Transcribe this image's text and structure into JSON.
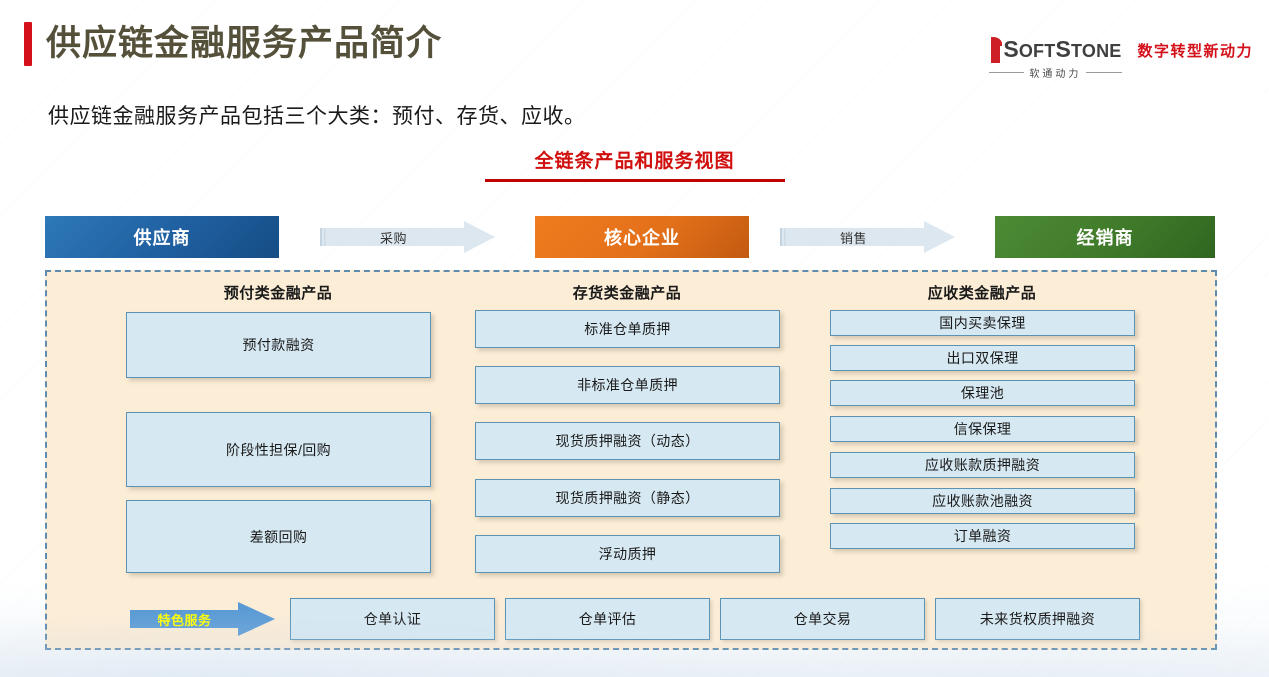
{
  "header": {
    "title": "供应链金融服务产品简介",
    "subtitle": "供应链金融服务产品包括三个大类：预付、存货、应收。",
    "accent_bar_color": "#D4111B",
    "title_color": "#54503A"
  },
  "logo": {
    "mark_icon": "isoftstone-i-mark-icon",
    "wordmark_i": "i",
    "wordmark_soft": "S",
    "wordmark_soft_rest": "OFT",
    "wordmark_stone": "S",
    "wordmark_stone_rest": "TONE",
    "wordmark_full": "iSOFTSTONE",
    "company_cn": "软通动力",
    "slogan": "数字转型新动力",
    "slogan_color": "#D4111B"
  },
  "section": {
    "heading": "全链条产品和服务视图",
    "heading_color": "#D0100E",
    "rule_color": "#C00000"
  },
  "chain": {
    "nodes": [
      {
        "label": "供应商",
        "color": "#1F5FA0",
        "role": "supplier"
      },
      {
        "label": "核心企业",
        "color": "#E3701A",
        "role": "core-enterprise"
      },
      {
        "label": "经销商",
        "color": "#3F7A2A",
        "role": "dealer"
      }
    ],
    "arrows": [
      {
        "label": "采购",
        "direction": "right",
        "color": "#DCE7EF"
      },
      {
        "label": "销售",
        "direction": "right",
        "color": "#DCE7EF"
      }
    ]
  },
  "panel": {
    "background": "#FCEDD6",
    "border_color": "#5E8BAE",
    "columns": [
      {
        "heading": "预付类金融产品",
        "items": [
          {
            "label": "预付款融资",
            "height": 66
          },
          {
            "label": "阶段性担保/回购",
            "height": 75
          },
          {
            "label": "差额回购",
            "height": 73
          }
        ]
      },
      {
        "heading": "存货类金融产品",
        "items": [
          {
            "label": "标准仓单质押",
            "height": 40
          },
          {
            "label": "非标准仓单质押",
            "height": 40
          },
          {
            "label": "现货质押融资（动态）",
            "height": 40
          },
          {
            "label": "现货质押融资（静态）",
            "height": 40
          },
          {
            "label": "浮动质押",
            "height": 40
          }
        ]
      },
      {
        "heading": "应收类金融产品",
        "items": [
          {
            "label": "国内买卖保理",
            "height": 28
          },
          {
            "label": "出口双保理",
            "height": 28
          },
          {
            "label": "保理池",
            "height": 28
          },
          {
            "label": "信保保理",
            "height": 28
          },
          {
            "label": "应收账款质押融资",
            "height": 28
          },
          {
            "label": "应收账款池融资",
            "height": 28
          },
          {
            "label": "订单融资",
            "height": 28
          }
        ]
      }
    ]
  },
  "feature_row": {
    "arrow_label": "特色服务",
    "arrow_color": "#5B9BD5",
    "arrow_text_color": "#FFFF00",
    "items": [
      {
        "label": "仓单认证"
      },
      {
        "label": "仓单评估"
      },
      {
        "label": "仓单交易"
      },
      {
        "label": "未来货权质押融资"
      }
    ]
  },
  "card_style": {
    "fill": "#D6E8F1",
    "border": "#5B93B5"
  }
}
